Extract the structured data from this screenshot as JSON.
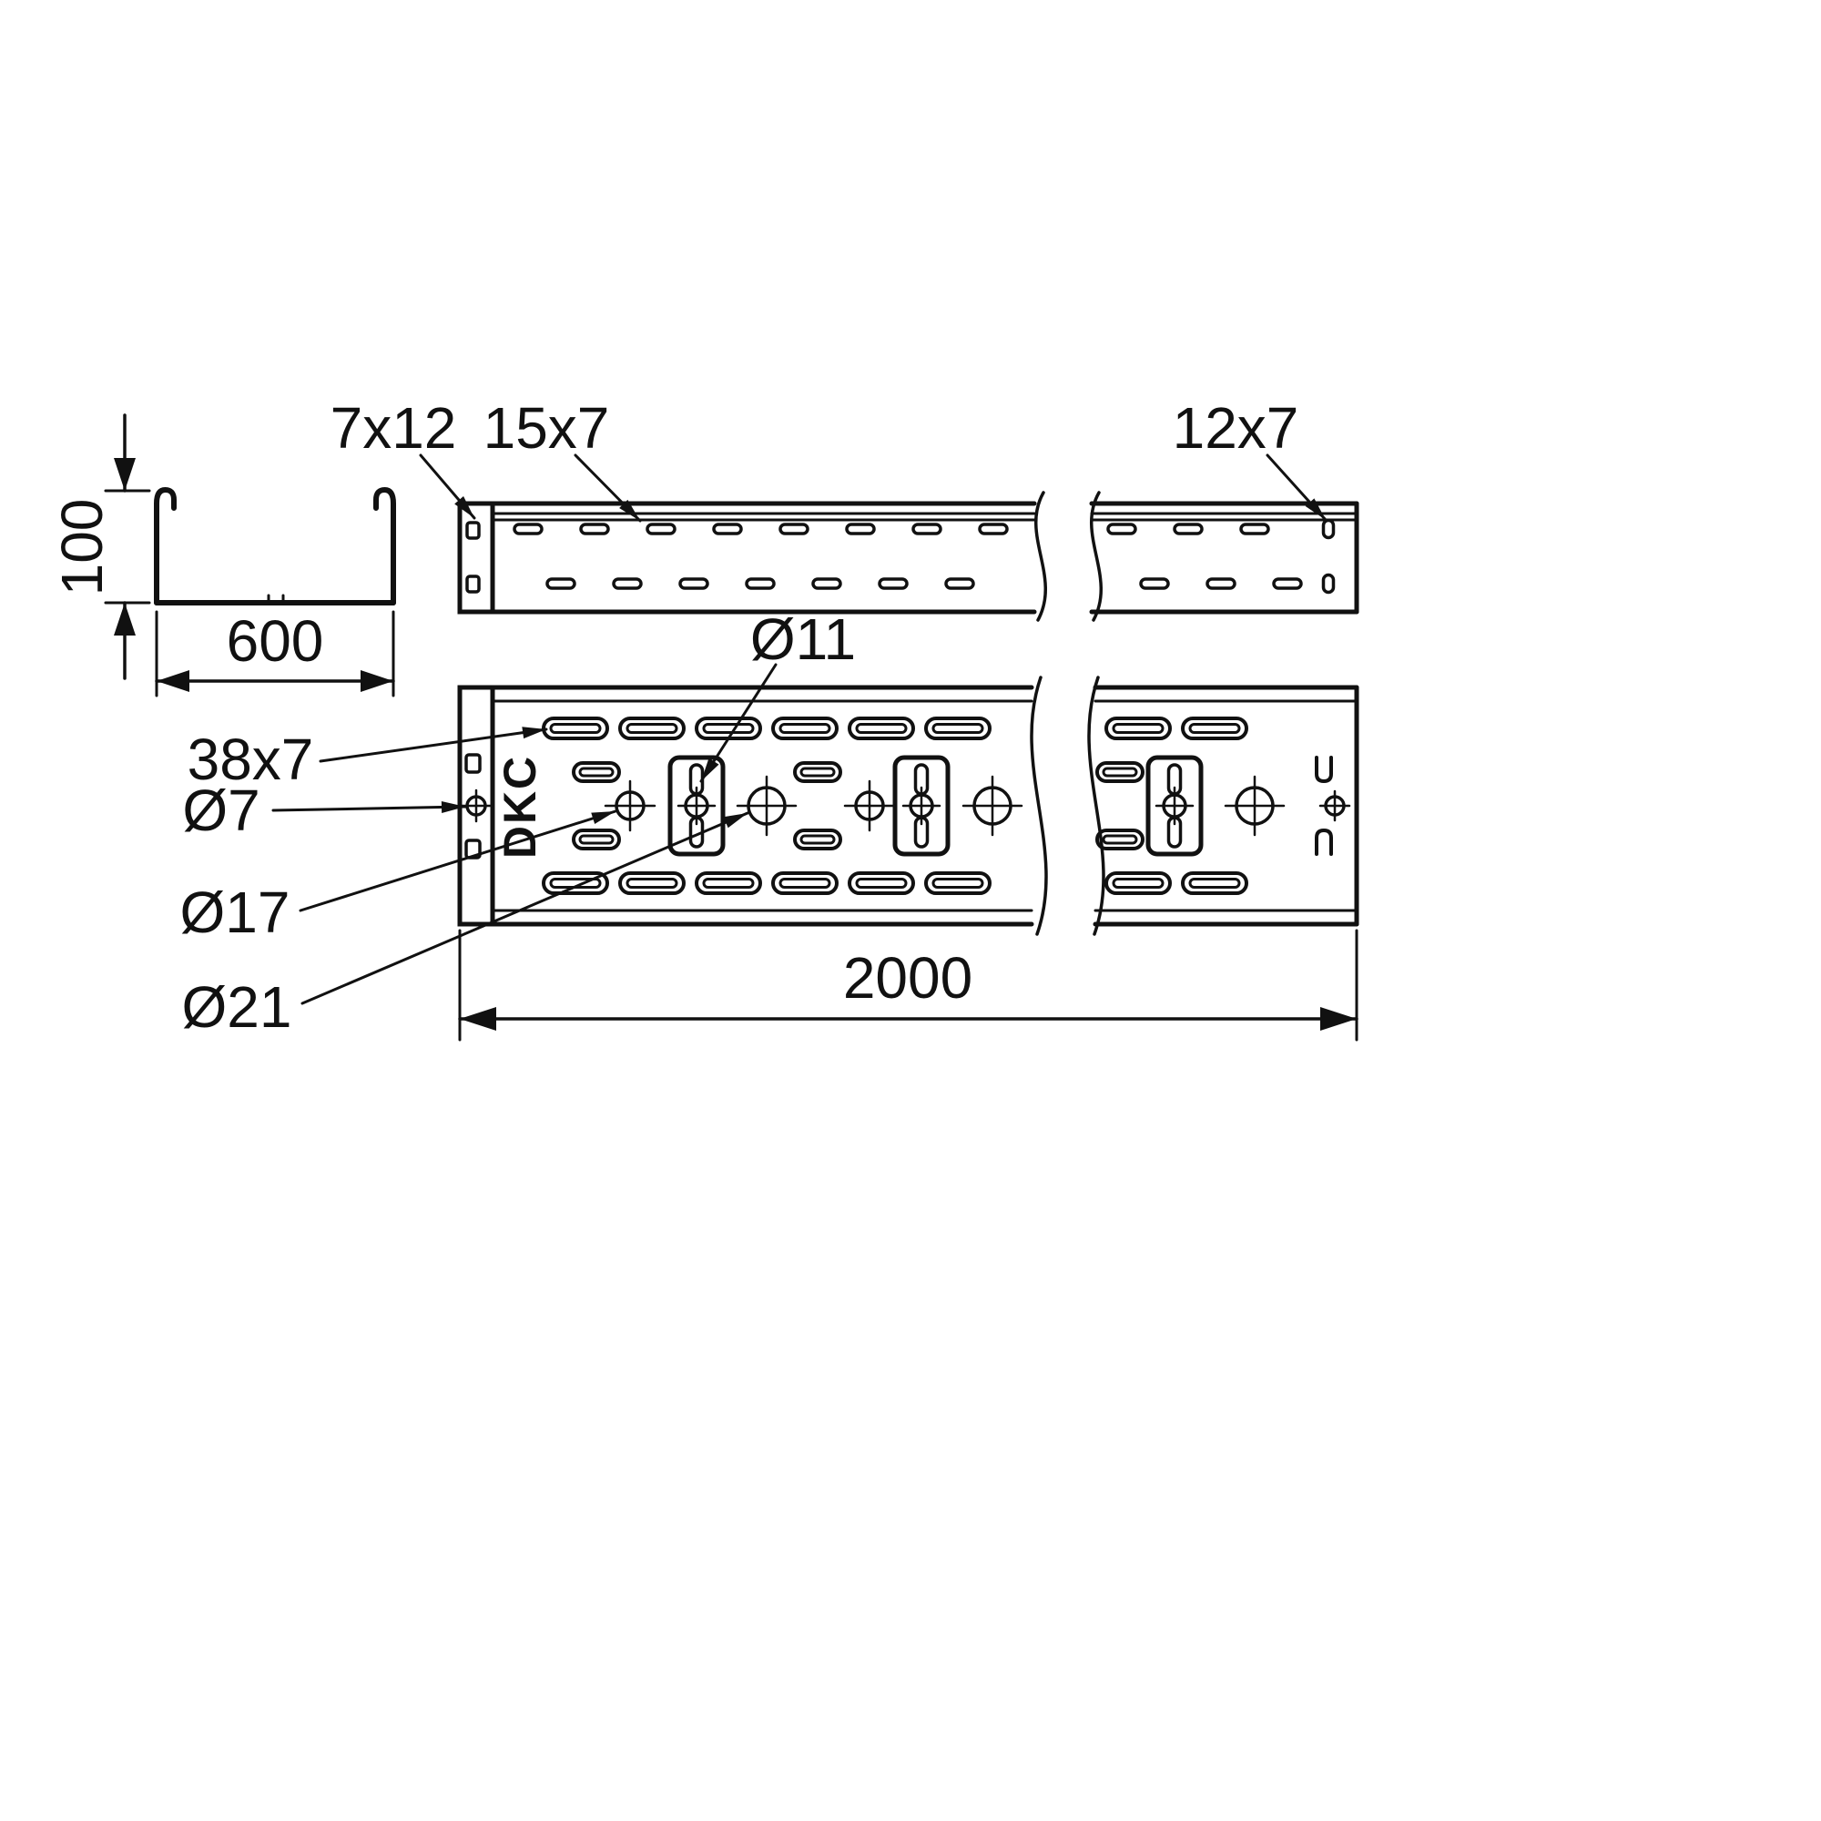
{
  "labels": {
    "height": "100",
    "width": "600",
    "end_hole": "7x12",
    "side_slot": "15x7",
    "right_slot": "12x7",
    "long_slot": "38x7",
    "dia7": "Ø7",
    "dia17": "Ø17",
    "dia21": "Ø21",
    "dia11": "Ø11",
    "length": "2000",
    "brand": "DKC"
  },
  "colors": {
    "line": "#111111",
    "background": "#ffffff"
  }
}
